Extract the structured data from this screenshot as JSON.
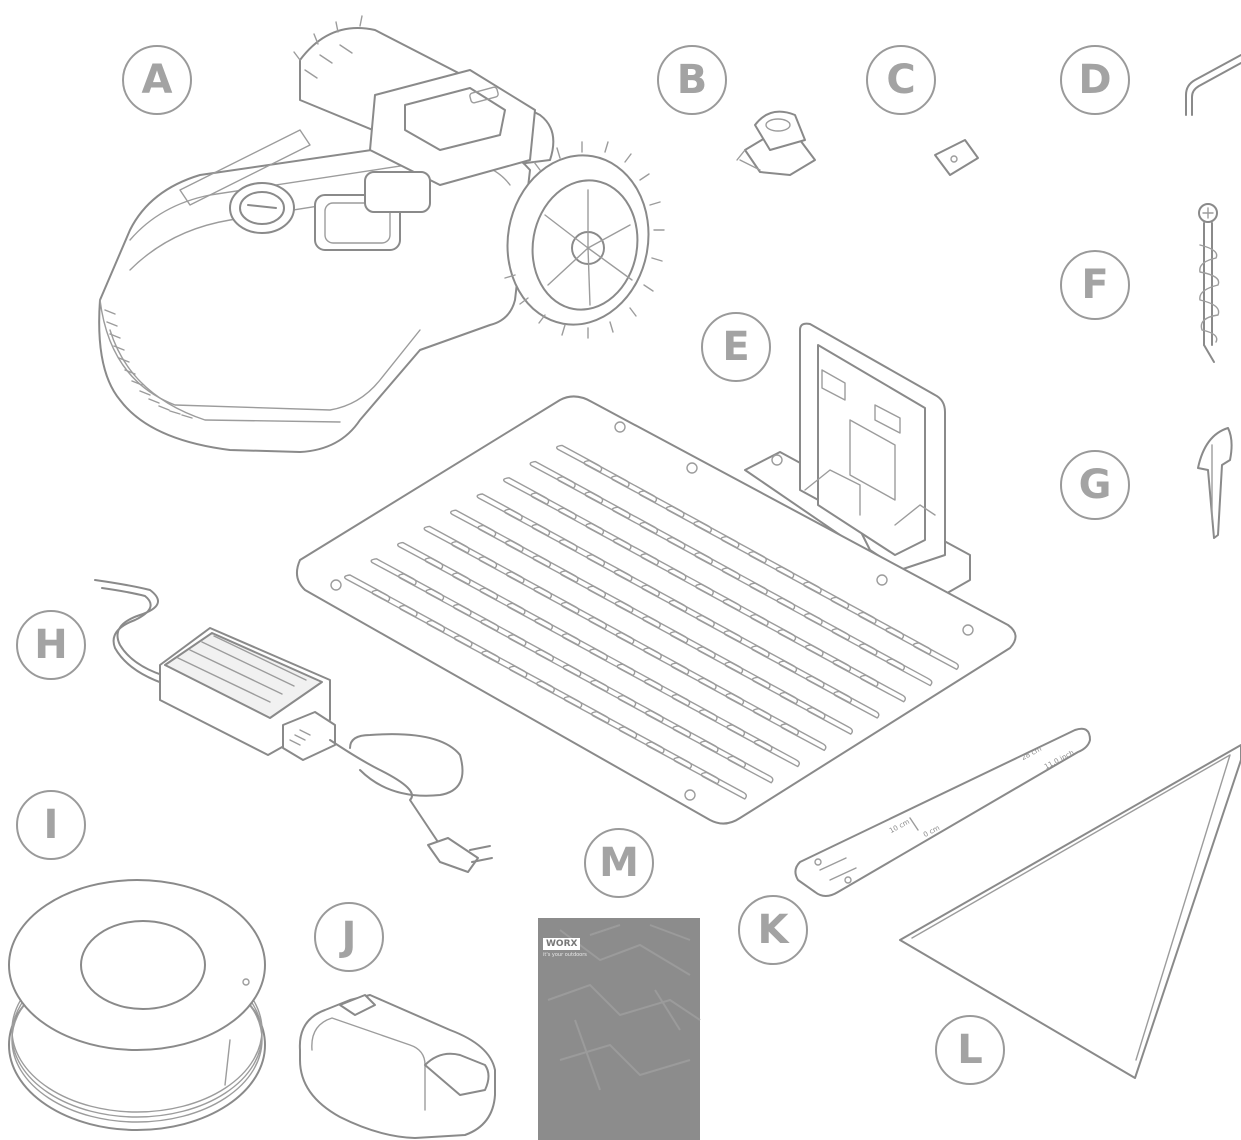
{
  "labels": {
    "A": "A",
    "B": "B",
    "C": "C",
    "D": "D",
    "E": "E",
    "F": "F",
    "G": "G",
    "H": "H",
    "I": "I",
    "J": "J",
    "K": "K",
    "L": "L",
    "M": "M"
  },
  "booklet": {
    "brand": "WORX",
    "tagline": "it's your outdoors"
  },
  "ruler": {
    "mark_1": "28 cm",
    "mark_2": "11.0 inch",
    "mark_3": "10 cm",
    "mark_4": "0 cm"
  },
  "colors": {
    "line": "#8a8a8a",
    "label": "#a3a3a3",
    "booklet": "#8c8c8c"
  }
}
